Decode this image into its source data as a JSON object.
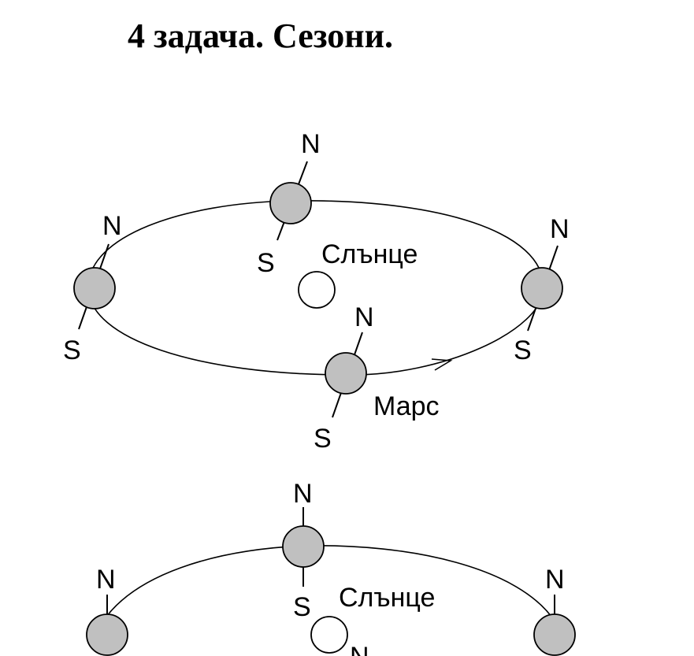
{
  "title": "4 задача. Сезони.",
  "labels": {
    "north": "N",
    "south": "S",
    "sun": "Слънце",
    "planet": "Марс"
  },
  "colors": {
    "planet_fill": "#c0c0c0",
    "outline": "#000000",
    "background": "#ffffff"
  }
}
